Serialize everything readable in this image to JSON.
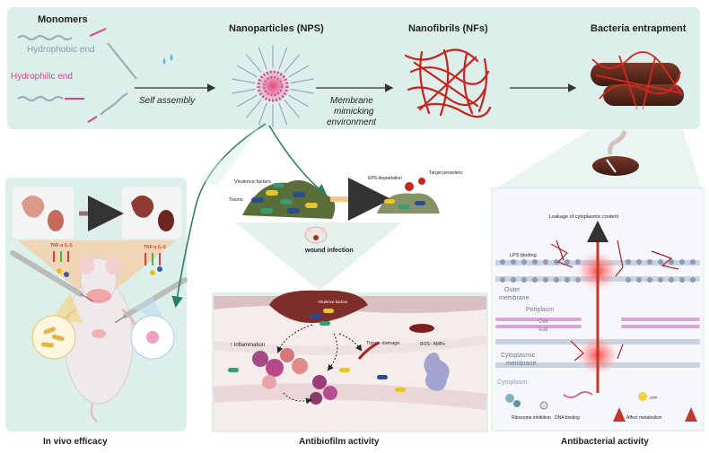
{
  "top_panel": {
    "monomers": "Monomers",
    "hydrophobic_end": "Hydrophobic end",
    "hydrophilic_end": "Hydrophilic end",
    "self_assembly": "Self assembly",
    "nanoparticles": "Nanoparticles (NPS)",
    "nanofibrils": "Nanofibrils (NFs)",
    "membrane_line1": "Membrane",
    "membrane_line2": "mimicking",
    "membrane_line3": "environment",
    "bacteria_entrapment": "Bacteria entrapment"
  },
  "invivo": {
    "caption": "In vivo efficacy",
    "tnf_left": "TNF-α",
    "il6_left": "IL-6",
    "tnf_right": "TNF-α",
    "il6_right": "IL-6"
  },
  "center": {
    "virulence": "Virulence factors",
    "toxins": "Toxins",
    "eps": "EPS degradation",
    "persisters": "Target persisters",
    "wound": "wound infection",
    "virulence_small": "Virulence factors",
    "inflammation": "↑ Inflammation",
    "tissue_damage": "Tissue damage",
    "rost": "ROS↑ AMPs",
    "caption": "Antibiofilm activity"
  },
  "right": {
    "leakage": "Leakage of cytoplasmic content",
    "lps": "LPS binding",
    "outer_membrane_1": "Outer",
    "outer_membrane_2": "membrane",
    "periplasm": "Periplasm",
    "cell_wall_1": "Cell",
    "cell_wall_2": "wall",
    "cytoplasmic_1": "Cytoplasmic",
    "cytoplasmic_2": "membrane",
    "cytoplasm": "Cytoplasm",
    "ribosome": "Ribosome inhibition",
    "dna": "DNA binding",
    "atp": "ATP",
    "metabolism": "Affect metabolism",
    "caption": "Antibacterial activity"
  },
  "colors": {
    "panel_teal": "#dcefeb",
    "fibril_red": "#c8231f",
    "hydrophilic_pink": "#e0408a",
    "hydrophobic_gray": "#9aa8b4",
    "arrow_green": "#2f7d6b"
  }
}
